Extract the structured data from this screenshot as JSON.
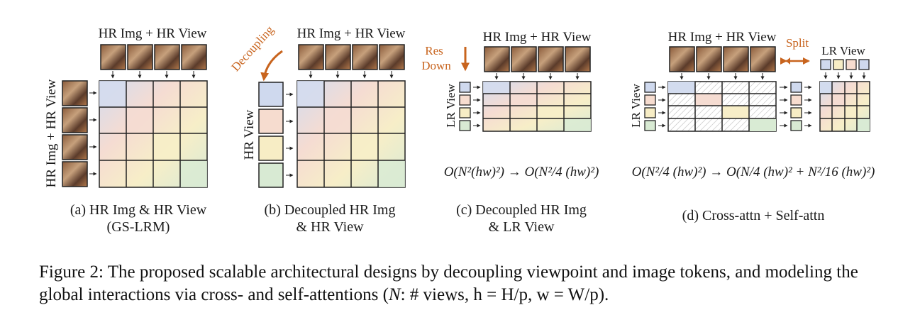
{
  "colors": {
    "accent": "#c8641e",
    "blue": "#cfd9ee",
    "peach": "#f6dccf",
    "yellow": "#f7edc5",
    "green": "#d8ead3",
    "grid_line": "#222222"
  },
  "panel_a": {
    "top_label": "HR Img + HR View",
    "side_label": "HR Img + HR View",
    "caption_line1": "(a) HR Img & HR View",
    "caption_line2": "(GS-LRM)"
  },
  "panel_b": {
    "top_label": "HR Img + HR View",
    "side_label": "HR View",
    "arrow_label": "Decoupling",
    "caption_line1": "(b) Decoupled HR Img",
    "caption_line2": "& HR View"
  },
  "panel_c": {
    "top_label": "HR Img + HR View",
    "side_label": "LR View",
    "res_line1": "Res",
    "res_line2": "Down",
    "formula": "O(N²(hw)²) → O(N²/4 (hw)²)",
    "caption_line1": "(c) Decoupled HR Img",
    "caption_line2": "& LR View"
  },
  "panel_d": {
    "top_label": "HR Img + HR View",
    "side_label": "LR View",
    "split_label": "Split",
    "lr_label": "LR View",
    "formula": "O(N²/4 (hw)²) → O(N/4 (hw)² + N²/16 (hw)²)",
    "caption_line1": "(d) Cross-attn + Self-attn"
  },
  "caption": {
    "prefix": "Figure 2: The proposed scalable architectural designs by decoupling viewpoint and image tokens, and modeling the global interactions via cross- and self-attentions (",
    "math": "N",
    "suffix": ": # views, h = H/p, w = W/p)."
  }
}
